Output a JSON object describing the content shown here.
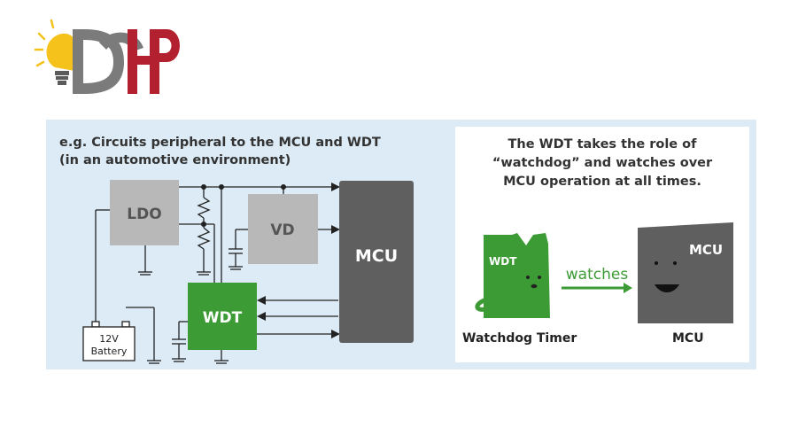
{
  "logo": {
    "text": "DRHP"
  },
  "diagram": {
    "heading_lines": [
      "e.g.  Circuits peripheral to the MCU and WDT",
      "(in an automotive environment)"
    ],
    "blocks": {
      "ldo": "LDO",
      "vd": "VD",
      "mcu": "MCU",
      "wdt": "WDT",
      "battery_voltage": "12V",
      "battery_label": "Battery"
    }
  },
  "explanation": {
    "lines": [
      "The WDT takes the role of",
      "“watchdog” and watches over",
      "MCU operation at all times."
    ],
    "dog_label": "WDT",
    "mcu_label": "MCU",
    "arrow_label": "watches",
    "caption_left": "Watchdog Timer",
    "caption_right": "MCU"
  },
  "colors": {
    "panel_bg": "#dcebf5",
    "block_gray": "#b8b8b8",
    "mcu_dark": "#5f5f5f",
    "wdt_green": "#3d9b35",
    "logo_gray": "#7b7b7b",
    "logo_red": "#b3202f",
    "bulb_yellow": "#f4c21a"
  }
}
